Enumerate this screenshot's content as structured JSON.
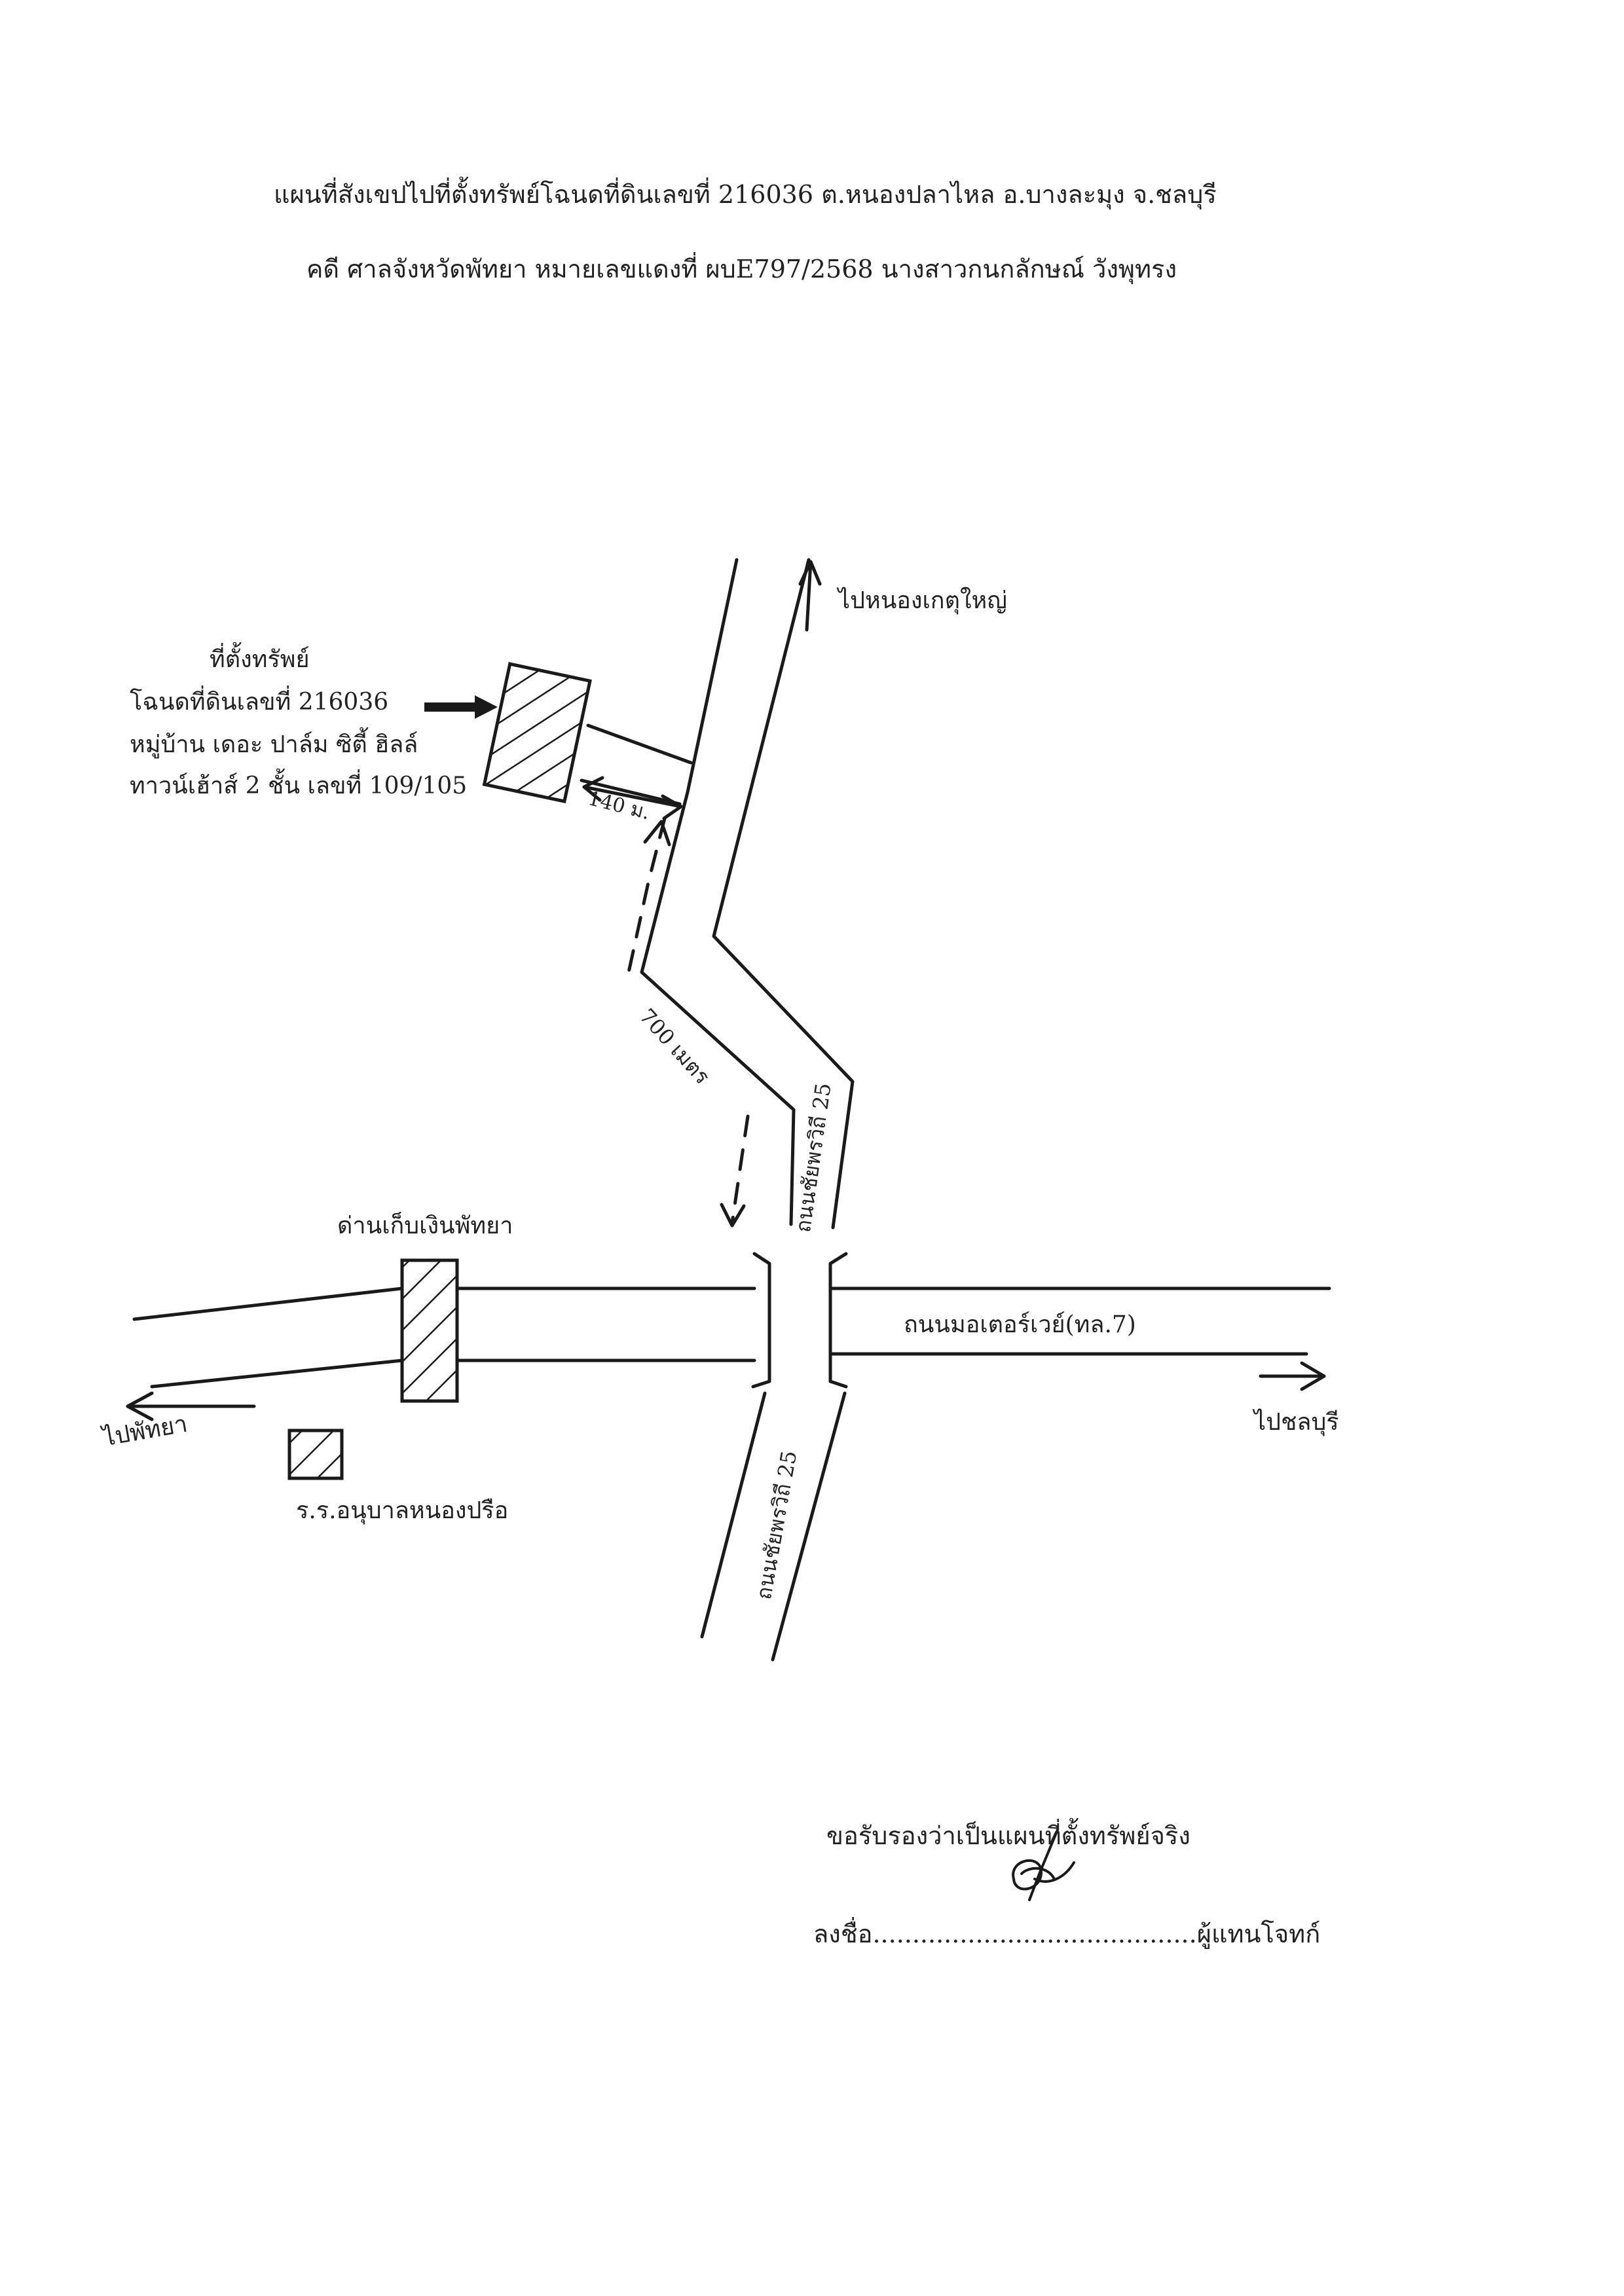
{
  "header": {
    "title_line1": "แผนที่สังเขปไปที่ตั้งทรัพย์โฉนดที่ดินเลขที่ 216036 ต.หนองปลาไหล อ.บางละมุง จ.ชลบุรี",
    "title_line2": "คดี ศาลจังหวัดพัทยา หมายเลขแดงที่ ผบE797/2568 นางสาวกนกลักษณ์ วังพุทรง"
  },
  "map": {
    "property_label": {
      "line1": "ที่ตั้งทรัพย์",
      "line2": "โฉนดที่ดินเลขที่ 216036",
      "line3": "หมู่บ้าน เดอะ ปาล์ม ซิตี้ ฮิลล์",
      "line4": "ทาวน์เฮ้าส์ 2 ชั้น เลขที่ 109/105"
    },
    "to_nong_ket_yai": "ไปหนองเกตุใหญ่",
    "distance_140": "140 ม.",
    "distance_700": "700 เมตร",
    "road_chaiyaphruek_upper": "ถนนชัยพรวิถี 25",
    "road_chaiyaphruek_lower": "ถนนชัยพรวิถี 25",
    "toll_booth": "ด่านเก็บเงินพัทยา",
    "motorway": "ถนนมอเตอร์เวย์(ทล.7)",
    "to_pattaya": "ไปพัทยา",
    "to_chonburi": "ไปชลบุรี",
    "school": "ร.ร.อนุบาลหนองปรือ",
    "stroke_color": "#1a1a1a",
    "hatch_color": "#1a1a1a"
  },
  "certification": {
    "statement": "ขอรับรองว่าเป็นแผนที่ตั้งทรัพย์จริง",
    "sign_line": "ลงชื่อ.........................................ผู้แทนโจทก์"
  }
}
